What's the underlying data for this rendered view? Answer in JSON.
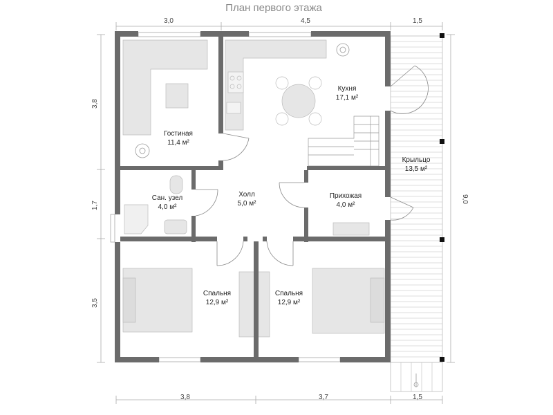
{
  "title": "План первого этажа",
  "dimensions": {
    "top": [
      "3,0",
      "4,5",
      "1,5"
    ],
    "bottom": [
      "3,8",
      "3,7",
      "1,5"
    ],
    "left": [
      "3,8",
      "1,7",
      "3,5"
    ],
    "right": [
      "9,0"
    ]
  },
  "rooms": [
    {
      "name": "Кухня",
      "area": "17,1 м²"
    },
    {
      "name": "Гостиная",
      "area": "11,4 м²"
    },
    {
      "name": "Крыльцо",
      "area": "13,5 м²"
    },
    {
      "name": "Сан. узел",
      "area": "4,0 м²"
    },
    {
      "name": "Холл",
      "area": "5,0 м²"
    },
    {
      "name": "Прихожая",
      "area": "4,0 м²"
    },
    {
      "name": "Спальня",
      "area": "12,9 м²"
    },
    {
      "name": "Спальня",
      "area": "12,9 м²"
    }
  ],
  "colors": {
    "wall": "#6b6b6b",
    "furniture": "#e6e6e6",
    "line": "#9a9a9a",
    "deck": "#bdbdbd"
  }
}
